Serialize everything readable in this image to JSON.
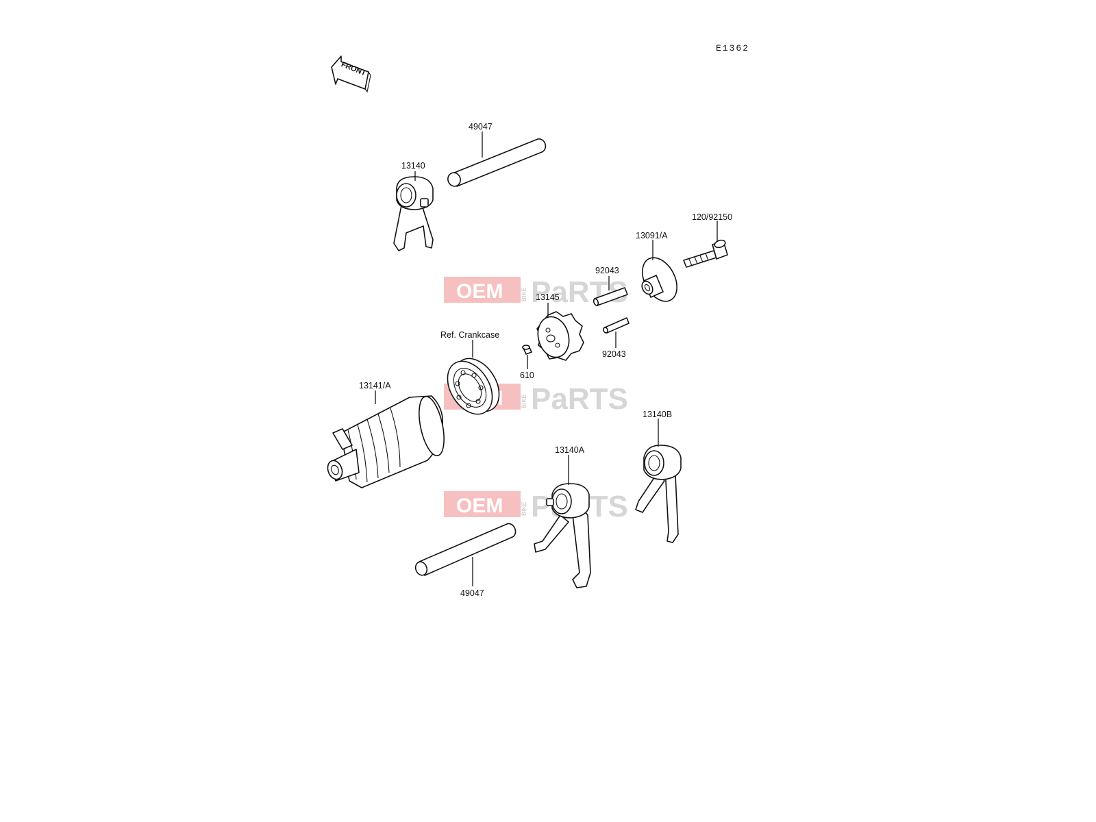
{
  "diagram_code": "E1362",
  "front_arrow_label": "FRONT",
  "parts": {
    "shaft_top": "49047",
    "fork_top": "13140",
    "bolt": "120/92150",
    "holder": "13091/A",
    "pin_upper": "92043",
    "cam": "13145",
    "pin_lower": "92043",
    "bearing_ref": "Ref. Crankcase",
    "dowel": "610",
    "drum": "13141/A",
    "fork_b": "13140B",
    "fork_a": "13140A",
    "shaft_bottom": "49047"
  },
  "watermark": {
    "oem": "OEM",
    "bike": "BIKE",
    "parts": "PaRTS",
    "accent_color": "#e84a4a",
    "grey_color": "#9a9a9a"
  }
}
